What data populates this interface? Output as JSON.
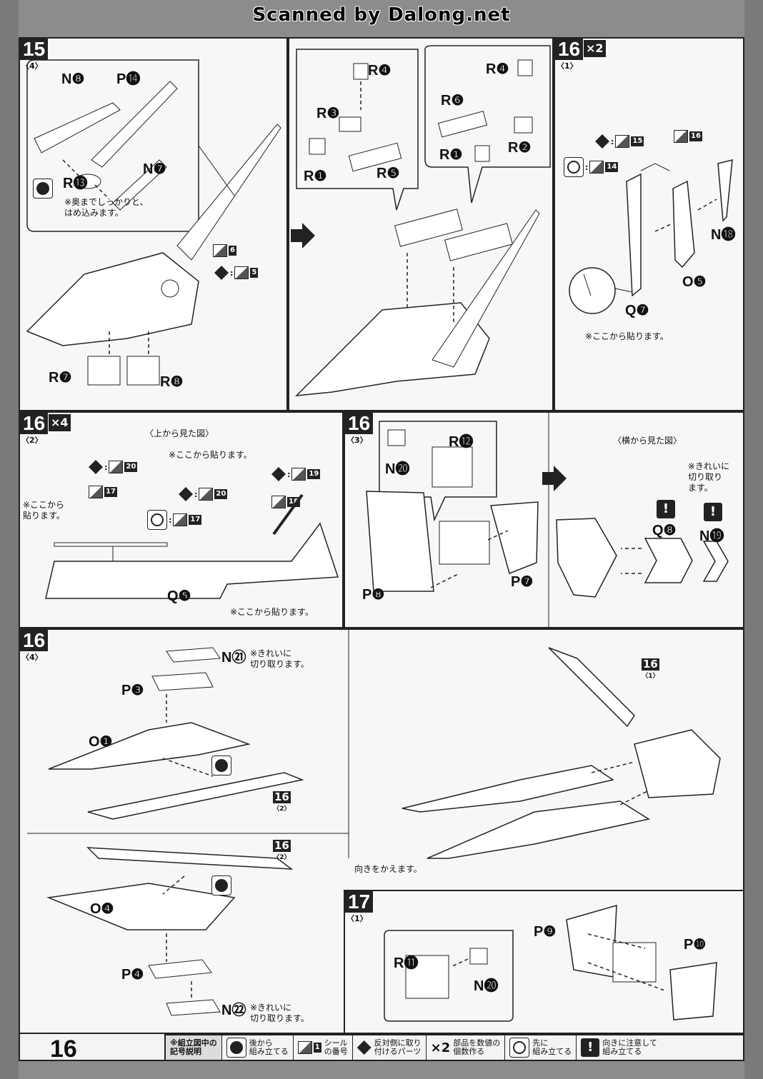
{
  "header": {
    "scan_credit": "Scanned by Dalong.net"
  },
  "page_number": "16",
  "steps": [
    {
      "id": "s15_4",
      "number": "15",
      "sub": "〈4〉",
      "labels": [
        "N❽",
        "P⓮",
        "N❼",
        "R⓭",
        "R❼",
        "R❽"
      ],
      "note": "※奥までしっかりと、\nはめ込みます。",
      "stickers": [
        "6",
        "5"
      ]
    },
    {
      "id": "s15_4b",
      "labels": [
        "R❹",
        "R❸",
        "R❶",
        "R❺",
        "R❹",
        "R❻",
        "R❶",
        "R❷"
      ]
    },
    {
      "id": "s16_1",
      "number": "16",
      "sub": "〈1〉",
      "mult": "×2",
      "labels": [
        "N⓲",
        "O❺",
        "Q❼"
      ],
      "stickers": [
        "15",
        "16",
        "14"
      ],
      "note": "※ここから貼ります。"
    },
    {
      "id": "s16_2",
      "number": "16",
      "sub": "〈2〉",
      "mult": "×4",
      "view_note": "〈上から見た図〉",
      "notes": [
        "※ここから貼ります。",
        "※ここから\n貼ります。",
        "※ここから貼ります。"
      ],
      "labels": [
        "Q❺"
      ],
      "stickers": [
        "20",
        "17",
        "20",
        "17",
        "19",
        "18"
      ]
    },
    {
      "id": "s16_3",
      "number": "16",
      "sub": "〈3〉",
      "view_note": "〈横から見た図〉",
      "note": "※きれいに\n切り取り\nます。",
      "labels": [
        "R⓬",
        "N⓴",
        "P❼",
        "P❽",
        "Q❽",
        "N⓳"
      ]
    },
    {
      "id": "s16_4",
      "number": "16",
      "sub": "〈4〉",
      "labels": [
        "N㉑",
        "P❸",
        "O❶",
        "O❹",
        "P❹",
        "N㉒"
      ],
      "notes": [
        "※きれいに\n切り取ります。",
        "※きれいに\n切り取ります。"
      ],
      "refs": [
        "16",
        "16",
        "16"
      ],
      "ref_subs": [
        "〈2〉",
        "〈2〉",
        "〈1〉"
      ],
      "turn_note": "向きをかえます。"
    },
    {
      "id": "s17_1",
      "number": "17",
      "sub": "〈1〉",
      "labels": [
        "P❾",
        "P❿",
        "R⓫",
        "N⓴"
      ]
    }
  ],
  "legend": {
    "head": "※組立図中の\n記号説明",
    "items": [
      {
        "icon": "back-assemble-icon",
        "text": "後から\n組み立てる"
      },
      {
        "icon": "sticker-icon",
        "text": "シール\nの番号",
        "num": "1"
      },
      {
        "icon": "flip-icon",
        "text": "反対側に取り\n付けるパーツ"
      },
      {
        "icon": "multiply-icon",
        "text": "部品を数値の\n個数作る",
        "mult": "×2"
      },
      {
        "icon": "front-assemble-icon",
        "text": "先に\n組み立てる"
      },
      {
        "icon": "warning-icon",
        "text": "向きに注意して\n組み立てる"
      }
    ]
  }
}
